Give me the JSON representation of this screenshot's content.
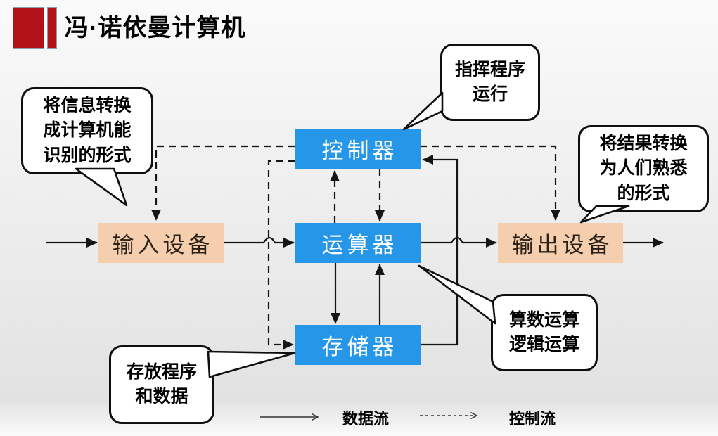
{
  "title": "冯·诺依曼计算机",
  "colors": {
    "accent_red": "#b11218",
    "unit_blue": "#2596e8",
    "device_peach": "#f5cead",
    "line_black": "#151515"
  },
  "units": {
    "controller": {
      "label": "控制器"
    },
    "alu": {
      "label": "运算器"
    },
    "memory": {
      "label": "存储器"
    },
    "input": {
      "label": "输入设备"
    },
    "output": {
      "label": "输出设备"
    }
  },
  "callouts": {
    "input_note": {
      "lines": [
        "将信息转换",
        "成计算机能",
        "识别的形式"
      ]
    },
    "controller_note": {
      "lines": [
        "指挥程序",
        "运行"
      ]
    },
    "output_note": {
      "lines": [
        "将结果转换",
        "为人们熟悉",
        "的形式"
      ]
    },
    "memory_note": {
      "lines": [
        "存放程序",
        "和数据"
      ]
    },
    "alu_note": {
      "lines": [
        "算数运算",
        "逻辑运算"
      ]
    }
  },
  "legend": {
    "data_flow": "数据流",
    "control_flow": "控制流"
  }
}
